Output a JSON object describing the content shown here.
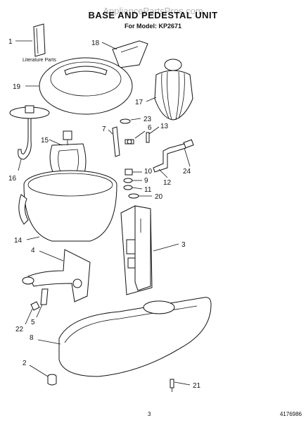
{
  "watermark": "AppliancePartsPros.com",
  "title": "BASE AND PEDESTAL UNIT",
  "model_line": "For Model: KP2671",
  "literature_label": "Literature Parts",
  "page_number": "3",
  "doc_number": "4176986",
  "callouts": [
    {
      "label": "1"
    },
    {
      "label": "18"
    },
    {
      "label": "19"
    },
    {
      "label": "17"
    },
    {
      "label": "23"
    },
    {
      "label": "7"
    },
    {
      "label": "6"
    },
    {
      "label": "13"
    },
    {
      "label": "16"
    },
    {
      "label": "15"
    },
    {
      "label": "24"
    },
    {
      "label": "10"
    },
    {
      "label": "9"
    },
    {
      "label": "12"
    },
    {
      "label": "11"
    },
    {
      "label": "20"
    },
    {
      "label": "14"
    },
    {
      "label": "3"
    },
    {
      "label": "4"
    },
    {
      "label": "22"
    },
    {
      "label": "5"
    },
    {
      "label": "8"
    },
    {
      "label": "2"
    },
    {
      "label": "21"
    }
  ]
}
